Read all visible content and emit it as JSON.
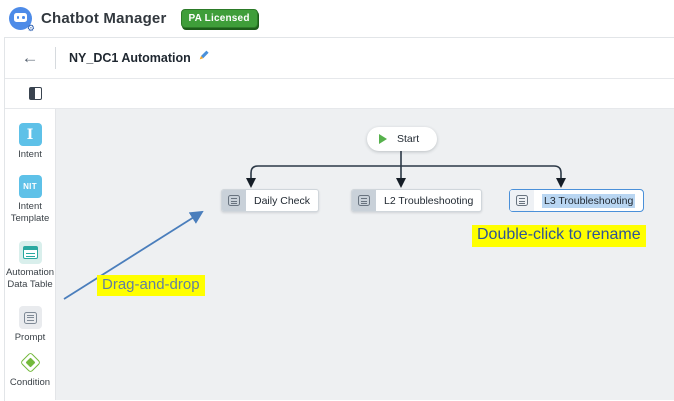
{
  "header": {
    "app_title": "Chatbot Manager",
    "badge": "PA Licensed"
  },
  "title_bar": {
    "back_arrow": "←",
    "flow_name": "NY_DC1 Automation"
  },
  "sidebar": {
    "items": [
      {
        "label": "Intent",
        "icon_text": "I"
      },
      {
        "label": "Intent Template",
        "icon_text": "NIT"
      },
      {
        "label": "Automation Data Table",
        "icon": "table-icon"
      },
      {
        "label": "Prompt",
        "icon": "prompt-lines-icon"
      },
      {
        "label": "Condition",
        "icon": "condition-diamond-icon"
      }
    ]
  },
  "canvas": {
    "start_node": {
      "label": "Start"
    },
    "nodes": [
      {
        "label": "Daily Check",
        "selected": false
      },
      {
        "label": "L2 Troubleshooting",
        "selected": false
      },
      {
        "label": "L3 Troubleshooting",
        "selected": true
      }
    ],
    "annotations": [
      {
        "text": "Drag-and-drop"
      },
      {
        "text": "Double-click to rename"
      }
    ]
  },
  "colors": {
    "badge_green": "#3f9e3a",
    "palette_blue": "#5ec1e8",
    "table_teal": "#2aa9a0",
    "condition_green": "#74b93c",
    "selection_blue": "#4a90d9",
    "selection_fill": "#b9d6f2",
    "connector_dark": "#2c3947",
    "annotation_highlight": "#ffff00",
    "annotation_arrow_blue": "#4a7ebc",
    "canvas_bg": "#eef0f2"
  }
}
